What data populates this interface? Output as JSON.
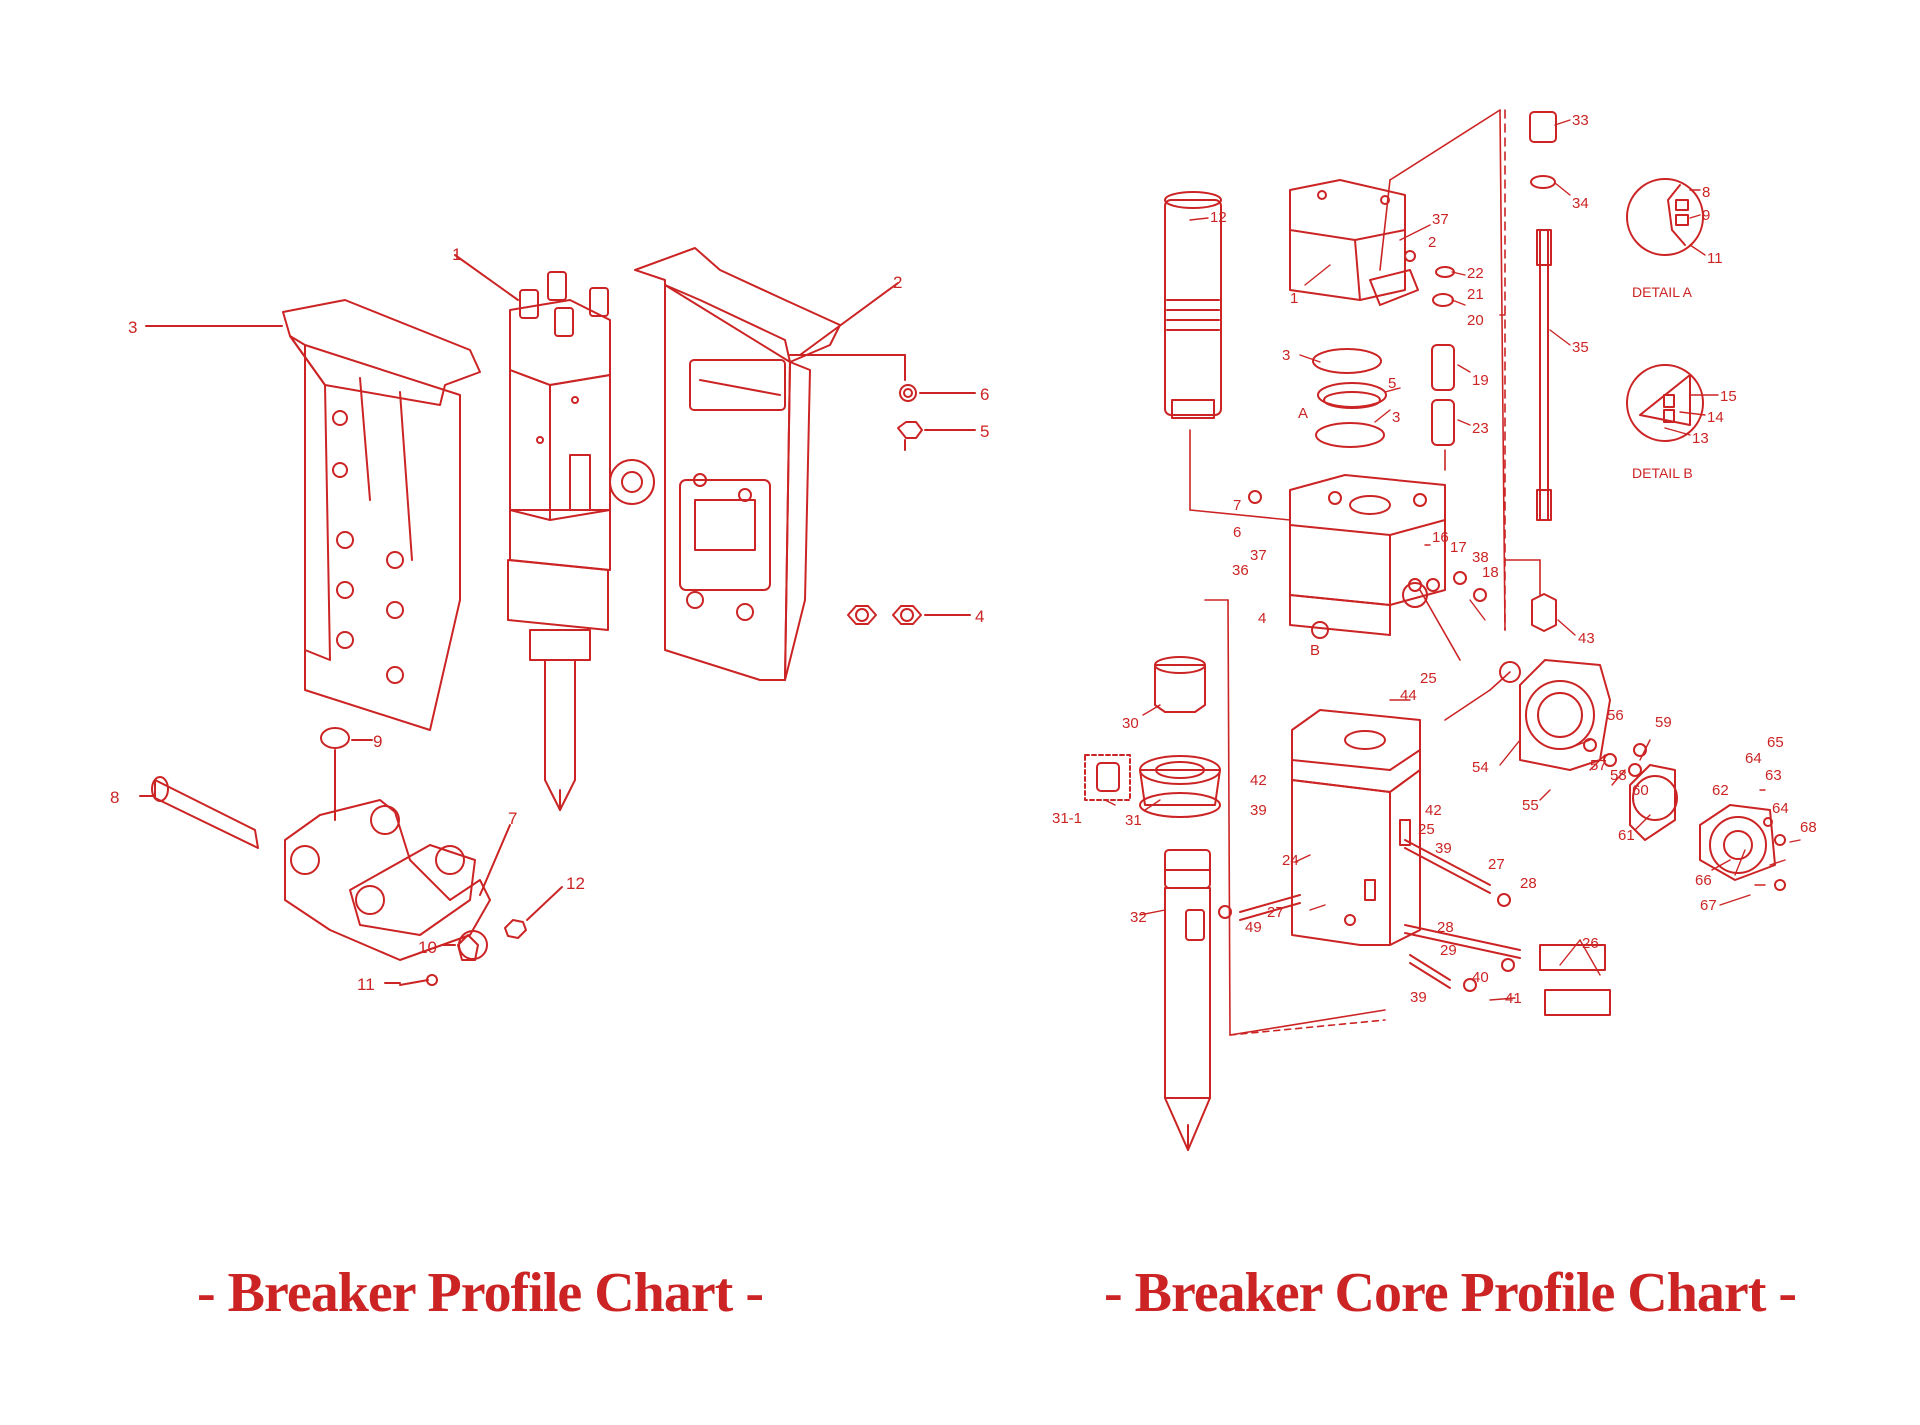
{
  "colors": {
    "ink": "#cc2424",
    "paper": "#ffffff"
  },
  "captions": {
    "left": "- Breaker Profile Chart -",
    "right": "- Breaker Core Profile Chart -"
  },
  "left_callouts": [
    "1",
    "2",
    "3",
    "4",
    "5",
    "6",
    "7",
    "8",
    "9",
    "10",
    "11",
    "12"
  ],
  "right_callouts": [
    "1",
    "2",
    "3",
    "3",
    "4",
    "5",
    "6",
    "7",
    "8",
    "9",
    "11",
    "12",
    "13",
    "14",
    "15",
    "16",
    "17",
    "18",
    "19",
    "20",
    "21",
    "22",
    "23",
    "24",
    "25",
    "25",
    "26",
    "27",
    "27",
    "28",
    "28",
    "29",
    "30",
    "31",
    "31-1",
    "32",
    "33",
    "34",
    "35",
    "36",
    "37",
    "37",
    "38",
    "39",
    "39",
    "39",
    "40",
    "41",
    "42",
    "42",
    "43",
    "44",
    "49",
    "54",
    "55",
    "56",
    "57",
    "58",
    "59",
    "60",
    "61",
    "62",
    "63",
    "64",
    "64",
    "65",
    "66",
    "67",
    "68",
    "A",
    "B"
  ],
  "detail_labels": {
    "a": "DETAIL A",
    "b": "DETAIL B"
  }
}
